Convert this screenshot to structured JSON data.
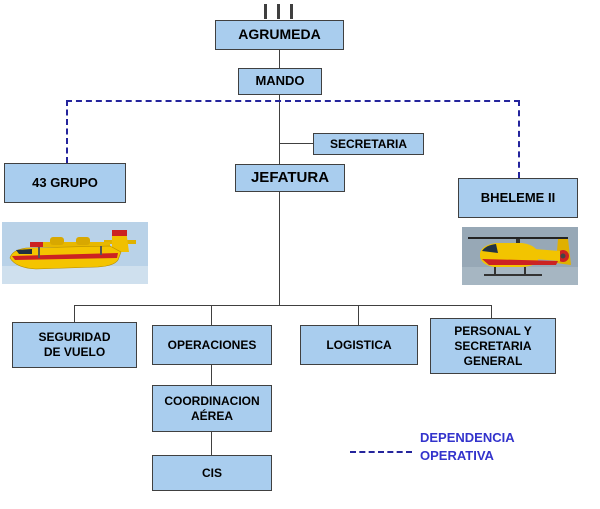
{
  "diagram": {
    "nodes": {
      "agrumeda": {
        "label": "AGRUMEDA"
      },
      "mando": {
        "label": "MANDO"
      },
      "secretaria": {
        "label": "SECRETARIA"
      },
      "jefatura": {
        "label": "JEFATURA"
      },
      "grupo43": {
        "label": "43 GRUPO"
      },
      "bheleme2": {
        "label": "BHELEME II"
      },
      "seguridad": {
        "label": "SEGURIDAD\nDE VUELO"
      },
      "operaciones": {
        "label": "OPERACIONES"
      },
      "logistica": {
        "label": "LOGISTICA"
      },
      "personal": {
        "label": "PERSONAL Y\nSECRETARIA\nGENERAL"
      },
      "coordinacion": {
        "label": "COORDINACION\nAÉREA"
      },
      "cis": {
        "label": "CIS"
      }
    },
    "legend": {
      "label": "DEPENDENCIA\nOPERATIVA"
    },
    "images": {
      "left": "canadair-seaplane-photo",
      "right": "helicopter-photo"
    },
    "colors": {
      "node_fill": "#a9cdee",
      "node_border": "#404040",
      "line": "#404040",
      "dash": "#24249c",
      "legend_text": "#3333cc"
    }
  }
}
